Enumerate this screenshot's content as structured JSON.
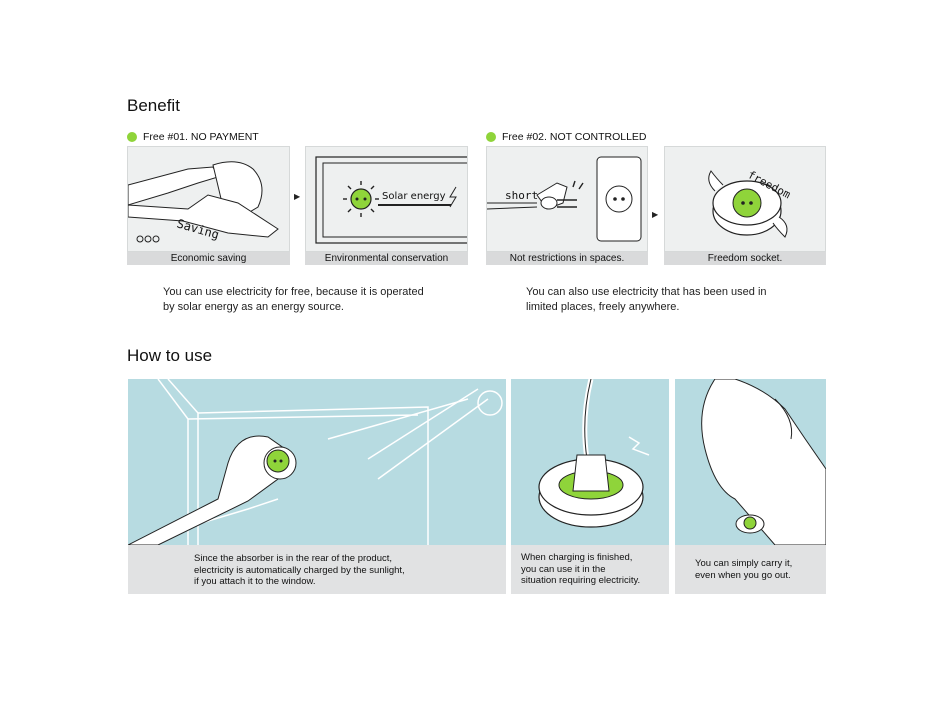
{
  "benefit": {
    "heading": "Benefit",
    "free1": {
      "label": "Free #01. NO PAYMENT",
      "panel1": {
        "caption": "Economic saving",
        "tag": "Saving"
      },
      "panel2": {
        "caption": "Environmental conservation",
        "tag": "Solar energy"
      },
      "description_line1": "You can use electricity for free, because it is operated",
      "description_line2": "by solar energy as an energy source."
    },
    "free2": {
      "label": "Free #02. NOT CONTROLLED",
      "panel1": {
        "caption": "Not restrictions in spaces.",
        "tag": "short"
      },
      "panel2": {
        "caption": "Freedom socket.",
        "tag": "freedom"
      },
      "description_line1": "You can also use electricity that has been used in",
      "description_line2": "limited places, freely anywhere."
    }
  },
  "howto": {
    "heading": "How to use",
    "step1": {
      "line1": "Since the absorber is in the rear of the product,",
      "line2": "electricity is automatically charged by the sunlight,",
      "line3": "if you attach it to the window."
    },
    "step2": {
      "line1": "When charging is finished,",
      "line2": "you can use it in the",
      "line3": "situation requiring electricity."
    },
    "step3": {
      "line1": "You can simply carry it,",
      "line2": "even when you go out."
    }
  },
  "colors": {
    "accent_green": "#8fd43a",
    "panel_blue": "#b7dbe1",
    "caption_grey": "#d9dadb"
  }
}
